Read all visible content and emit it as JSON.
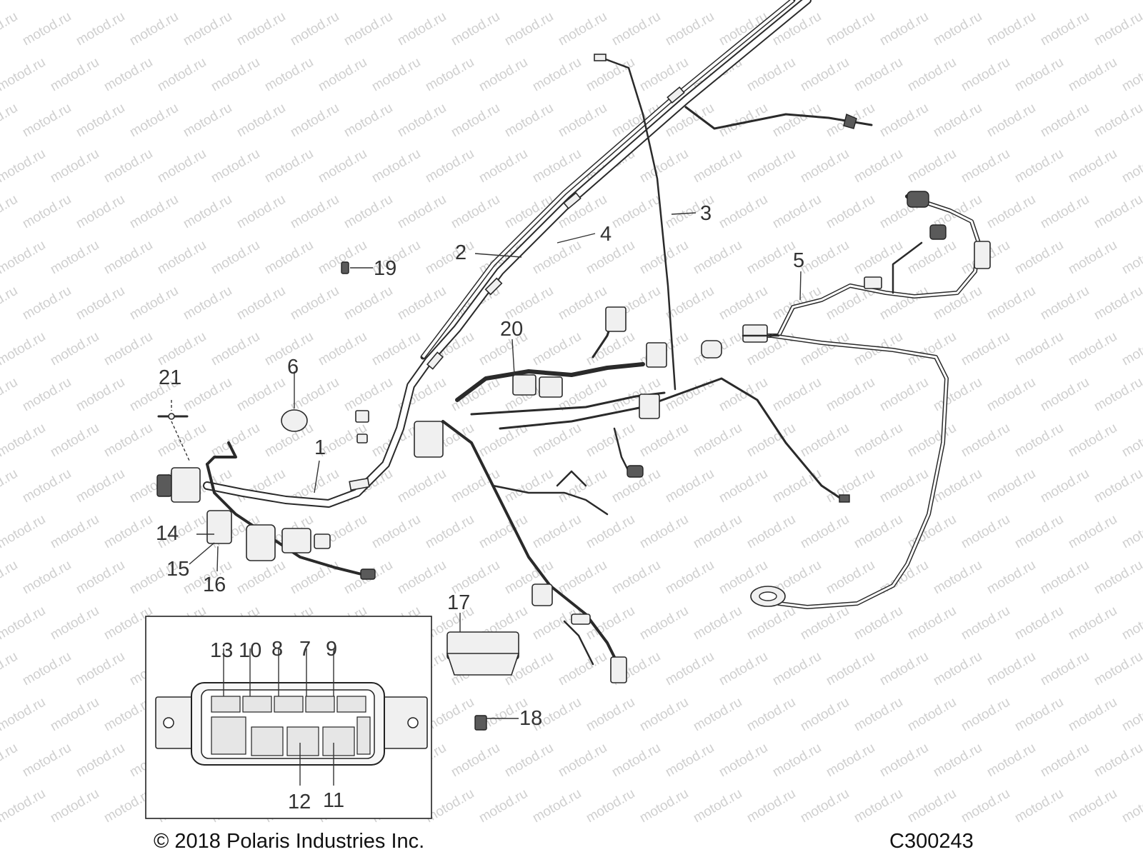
{
  "watermark": "motod.ru",
  "callouts": {
    "c1": "1",
    "c2": "2",
    "c3": "3",
    "c4": "4",
    "c5": "5",
    "c6": "6",
    "c7": "7",
    "c8": "8",
    "c9": "9",
    "c10": "10",
    "c11": "11",
    "c12": "12",
    "c13": "13",
    "c14": "14",
    "c15": "15",
    "c16": "16",
    "c17": "17",
    "c18": "18",
    "c19": "19",
    "c20": "20",
    "c21": "21"
  },
  "footer": {
    "copyright": "© 2018 Polaris Industries Inc.",
    "code": "C300243"
  }
}
